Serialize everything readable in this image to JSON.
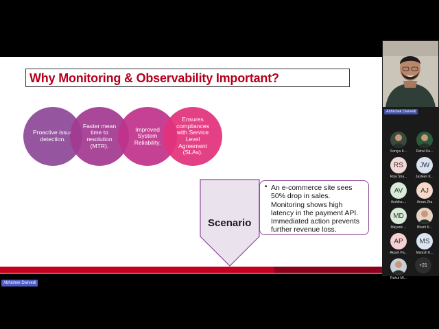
{
  "slide": {
    "title": "Why Monitoring & Observability Important?",
    "circles": [
      "Proactive issue detection.",
      "Faster mean time to resolution (MTR).",
      "Improved System Reliability.",
      "Ensures compliances with Service Level Agreement (SLAs)."
    ],
    "scenario_label": "Scenario",
    "scenario_bullet": "•",
    "scenario_text": "An e-commerce site sees 50% drop in sales. Monitoring shows high latency in the payment API. Immediated action prevents further revenue loss.",
    "footer": "Abhishek Dwivedi"
  },
  "presenter_tag": "Abhishek Dwivedi",
  "speaker": {
    "name": "Abhishek Dwivedi"
  },
  "participants": [
    {
      "initials": "",
      "name": "Soniya K...",
      "color": "#3b4a3e",
      "photo": true
    },
    {
      "initials": "",
      "name": "Rahul Ku...",
      "color": "#2d5a3a",
      "photo": true
    },
    {
      "initials": "RS",
      "name": "Riya Sha...",
      "color": "#f3d6d6",
      "photo": false
    },
    {
      "initials": "JW",
      "name": "Jasleen K...",
      "color": "#d9e3f1",
      "photo": false
    },
    {
      "initials": "AV",
      "name": "Arshika ...",
      "color": "#d6ecd8",
      "photo": false
    },
    {
      "initials": "AJ",
      "name": "Aman Jha",
      "color": "#f6d9c9",
      "photo": false
    },
    {
      "initials": "MD",
      "name": "Mayank ...",
      "color": "#d8ead8",
      "photo": false
    },
    {
      "initials": "",
      "name": "Bharti K...",
      "color": "#e8d2c4",
      "photo": true
    },
    {
      "initials": "AP",
      "name": "Akash Pa...",
      "color": "#f6d0d2",
      "photo": false
    },
    {
      "initials": "MS",
      "name": "Manish K...",
      "color": "#dbe5f2",
      "photo": false
    },
    {
      "initials": "",
      "name": "Rahul Mi...",
      "color": "#c8ced8",
      "photo": true
    }
  ],
  "more_count": "+21"
}
